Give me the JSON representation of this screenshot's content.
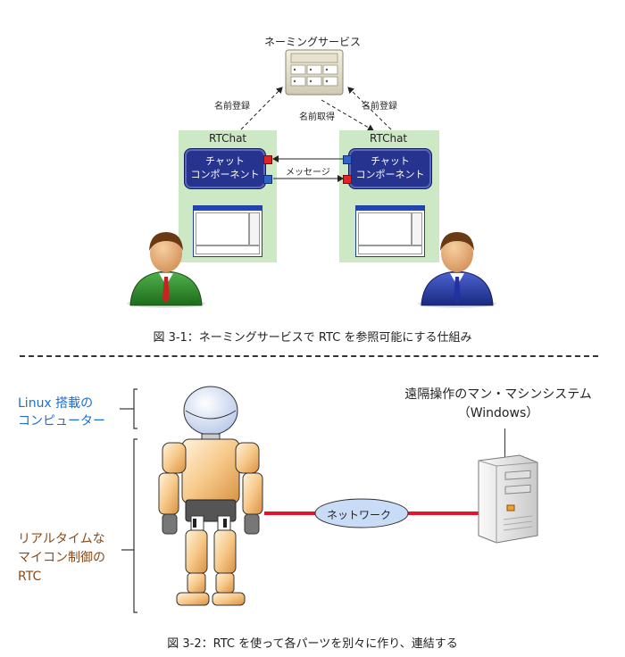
{
  "figure1": {
    "naming_service_label": "ネーミングサービス",
    "register_left": "名前登録",
    "register_right": "名前登録",
    "acquire": "名前取得",
    "rtchat_left": "RTChat",
    "rtchat_right": "RTChat",
    "component_left": [
      "チャット",
      "コンポーネント"
    ],
    "component_right": [
      "チャット",
      "コンポーネント"
    ],
    "message": "メッセージ",
    "caption": "図 3-1：ネーミングサービスで RTC を参照可能にする仕組み",
    "colors": {
      "panel": "#cce8c4",
      "component": "#26348f",
      "port_out": "#2e62c8",
      "port_in": "#e02424",
      "user_left": "#2f8a2c",
      "user_right": "#25389a"
    }
  },
  "figure2": {
    "linux_label": [
      "Linux 搭載の",
      "コンピューター"
    ],
    "realtime_label": [
      "リアルタイムな",
      "マイコン制御の",
      "RTC"
    ],
    "system_label": [
      "遠隔操作のマン・マシンシステム",
      "（Windows）"
    ],
    "network": "ネットワーク",
    "caption": "図 3-2：RTC を使って各パーツを別々に作り、連結する",
    "colors": {
      "network_line": "#e8132a",
      "network_ellipse": "#c9dcf7",
      "robot_body": "#f7c98a",
      "linux_text": "#1a6fd0",
      "realtime_text": "#8a4a1a"
    }
  }
}
